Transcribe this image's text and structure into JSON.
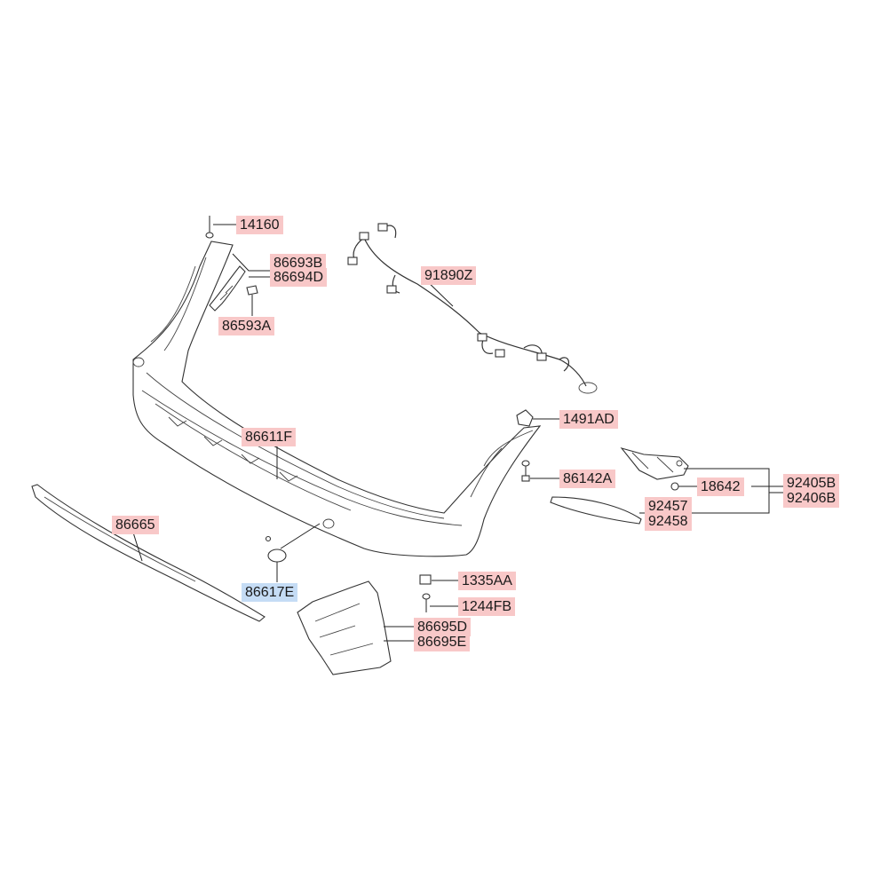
{
  "colors": {
    "label_bg": "#f8c8c8",
    "label_highlight_bg": "#c5dcf5",
    "line": "#222222"
  },
  "parts": [
    {
      "id": "p14160",
      "number": "14160",
      "highlighted": false
    },
    {
      "id": "p86693B",
      "number": "86693B",
      "highlighted": false
    },
    {
      "id": "p86694D",
      "number": "86694D",
      "highlighted": false
    },
    {
      "id": "p86593A",
      "number": "86593A",
      "highlighted": false
    },
    {
      "id": "p91890Z",
      "number": "91890Z",
      "highlighted": false
    },
    {
      "id": "p1491AD",
      "number": "1491AD",
      "highlighted": false
    },
    {
      "id": "p86611F",
      "number": "86611F",
      "highlighted": false
    },
    {
      "id": "p86142A",
      "number": "86142A",
      "highlighted": false
    },
    {
      "id": "p18642",
      "number": "18642",
      "highlighted": false
    },
    {
      "id": "p92405B",
      "number": "92405B",
      "highlighted": false
    },
    {
      "id": "p92406B",
      "number": "92406B",
      "highlighted": false
    },
    {
      "id": "p92457",
      "number": "92457",
      "highlighted": false
    },
    {
      "id": "p92458",
      "number": "92458",
      "highlighted": false
    },
    {
      "id": "p86665",
      "number": "86665",
      "highlighted": false
    },
    {
      "id": "p86617E",
      "number": "86617E",
      "highlighted": true
    },
    {
      "id": "p1335AA",
      "number": "1335AA",
      "highlighted": false
    },
    {
      "id": "p1244FB",
      "number": "1244FB",
      "highlighted": false
    },
    {
      "id": "p86695D",
      "number": "86695D",
      "highlighted": false
    },
    {
      "id": "p86695E",
      "number": "86695E",
      "highlighted": false
    }
  ]
}
